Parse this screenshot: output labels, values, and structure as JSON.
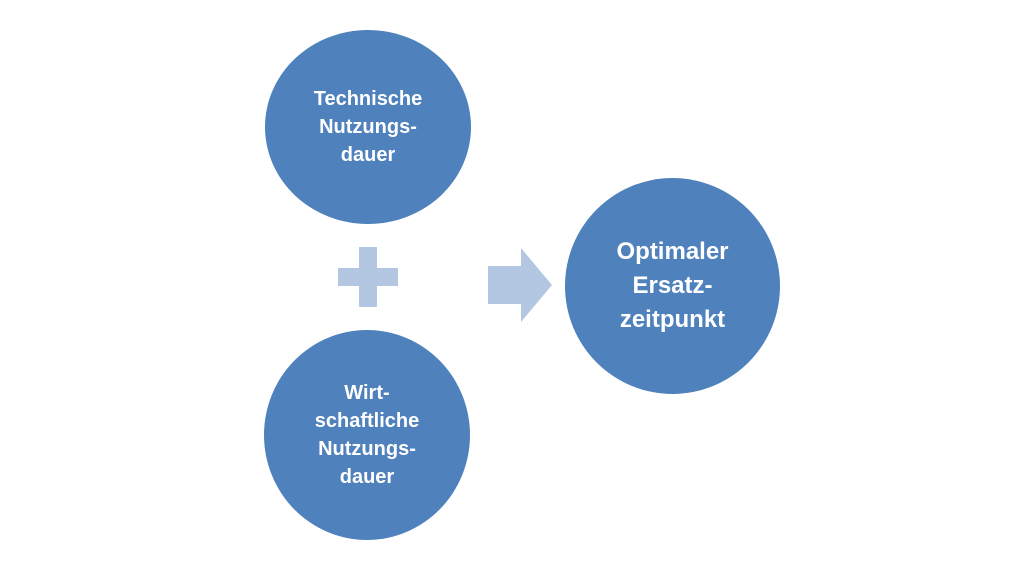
{
  "diagram": {
    "nodes": {
      "top": "Technische\nNutzungs-\ndauer",
      "bottom": "Wirt-\nschaftliche\nNutzungs-\ndauer",
      "result": "Optimaler\nErsatz-\nzeitpunkt"
    },
    "operators": {
      "combine": "plus-icon",
      "yields": "arrow-right-icon"
    },
    "colors": {
      "node_fill": "#4f81bd",
      "operator_fill": "#b4c7e2",
      "text": "#ffffff"
    }
  }
}
